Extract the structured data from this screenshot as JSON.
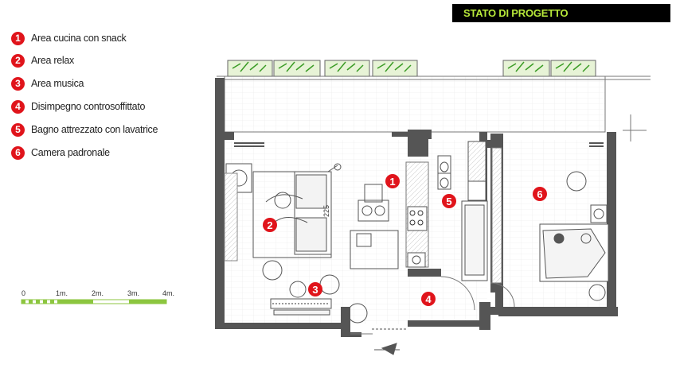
{
  "title": "STATO DI PROGETTO",
  "legend": [
    {
      "num": "1",
      "label": "Area cucina con snack"
    },
    {
      "num": "2",
      "label": "Area relax"
    },
    {
      "num": "3",
      "label": "Area musica"
    },
    {
      "num": "4",
      "label": "Disimpegno controsoffittato"
    },
    {
      "num": "5",
      "label": "Bagno attrezzato con lavatrice"
    },
    {
      "num": "6",
      "label": "Camera padronale"
    }
  ],
  "scale": {
    "labels": [
      "0",
      "1m.",
      "2m.",
      "3m.",
      "4m."
    ]
  },
  "plan": {
    "dimension_label": "225",
    "markers": [
      "1",
      "2",
      "3",
      "4",
      "5",
      "6"
    ]
  },
  "colors": {
    "accent": "#e0141b",
    "title_text": "#b7e83a",
    "scale_green": "#8cc63f",
    "wall": "#555555"
  }
}
